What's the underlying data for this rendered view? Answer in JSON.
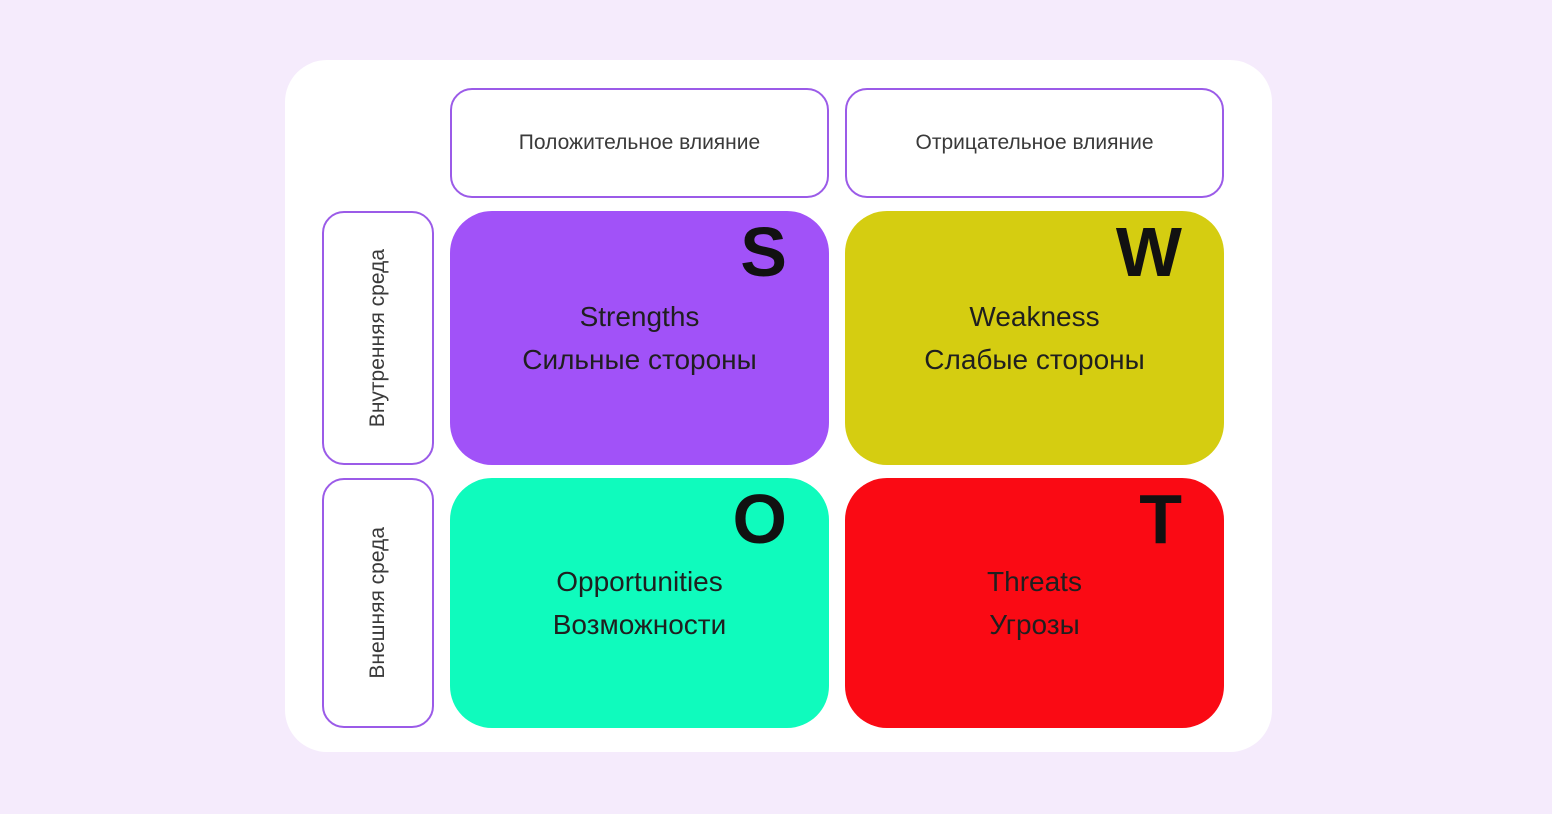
{
  "diagram": {
    "type": "swot-matrix",
    "column_headers": [
      {
        "label": "Положительное влияние"
      },
      {
        "label": "Отрицательное влияние"
      }
    ],
    "row_headers": [
      {
        "label": "Внутренняя среда"
      },
      {
        "label": "Внешняя среда"
      }
    ],
    "quadrants": [
      {
        "letter": "S",
        "name_en": "Strengths",
        "name_ru": "Сильные стороны",
        "color": "#A152F8"
      },
      {
        "letter": "W",
        "name_en": "Weakness",
        "name_ru": "Слабые стороны",
        "color": "#D5CD11"
      },
      {
        "letter": "O",
        "name_en": "Opportunities",
        "name_ru": "Возможности",
        "color": "#0FFBBD"
      },
      {
        "letter": "T",
        "name_en": "Threats",
        "name_ru": "Угрозы",
        "color": "#FA0A14"
      }
    ],
    "colors": {
      "background": "#F5EBFC",
      "card": "#FFFFFF",
      "outline": "#9B5BE8",
      "text": "#3A3A3A",
      "letter": "#111111",
      "quad_text": "#1F1F1F"
    }
  }
}
